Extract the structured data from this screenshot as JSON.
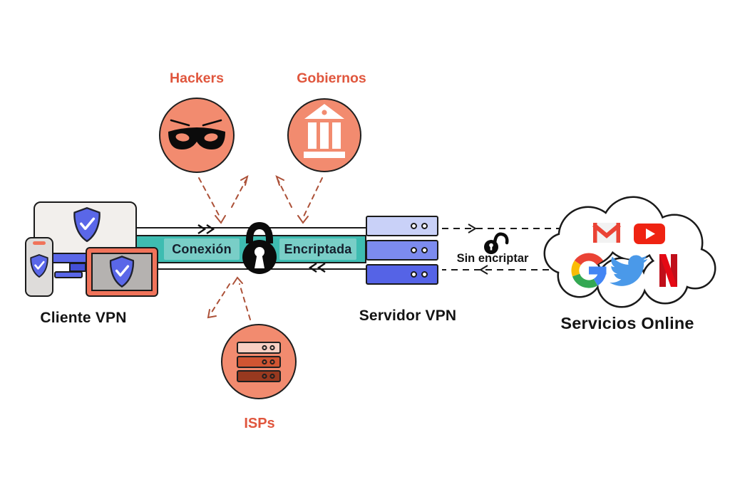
{
  "diagram": {
    "threats": {
      "hackers": {
        "label": "Hackers"
      },
      "governments": {
        "label": "Gobiernos"
      },
      "isps": {
        "label": "ISPs"
      }
    },
    "client": {
      "label": "Cliente VPN"
    },
    "tunnel": {
      "chip1": "Conexión",
      "chip2": "Encriptada"
    },
    "server": {
      "label": "Servidor VPN"
    },
    "unencrypted": {
      "label": "Sin encriptar"
    },
    "services": {
      "label": "Servicios Online"
    }
  },
  "icons": {
    "hacker-mask-icon": "domino-mask",
    "government-building-icon": "bank-building",
    "isp-servers-icon": "server-stack",
    "shield-check-icon": "shield-with-checkmark",
    "padlock-icon": "closed-padlock",
    "open-padlock-icon": "open-padlock",
    "chevrons-right-icon": "»",
    "chevrons-left-icon": "«",
    "cloud-shape": "cloud",
    "gmail-icon": "gmail-envelope",
    "youtube-icon": "youtube-play",
    "google-icon": "google-g",
    "twitter-icon": "twitter-bird",
    "netflix-icon": "netflix-n"
  },
  "colors": {
    "salmon": "#F28B6F",
    "circle-stroke": "#1F1F1F",
    "coral-text": "#E0563D",
    "teal": "#3EBCB1",
    "teal-chip": "#79CEC7",
    "chip-text": "#15202E",
    "ink": "#1A1A1A",
    "blue": "#5A67E8",
    "blue-dark": "#4450D6",
    "shield-stroke": "#20222E",
    "monitor-bg": "#F2EFEC",
    "device-gray": "#DEDCDA",
    "tablet-screen": "#B5B2B0",
    "orange": "#F0735A",
    "server-light": "#C9D1F8",
    "server-mid": "#7C8BEF",
    "server-dark": "#5563E6",
    "isp-light": "#F8D0C3",
    "isp-mid": "#D05532",
    "isp-dark": "#98391F",
    "dashed-red": "#AC5138",
    "gmail-red": "#EA4335",
    "youtube-red": "#EF2312",
    "google-blue": "#4285F4",
    "google-green": "#34A853",
    "google-yellow": "#FBBC05",
    "twitter-blue": "#4A99E9",
    "netflix-red": "#C00F1A",
    "netflix-bright": "#E50914"
  }
}
